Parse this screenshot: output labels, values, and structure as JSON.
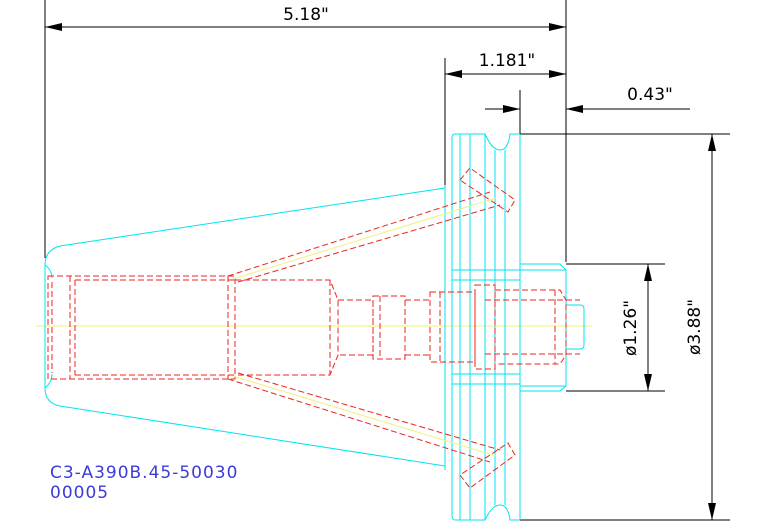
{
  "dimensions": {
    "overall_length": "5.18\"",
    "flange_length": "1.181\"",
    "flange_offset": "0.43\"",
    "bore_diameter": "ø1.26\"",
    "flange_diameter": "ø3.88\""
  },
  "part": {
    "number": "C3-A390B.45-50030",
    "code": "00005"
  },
  "colors": {
    "outline": "#00e5ef",
    "hidden": "#e8261f",
    "centerline": "#f2f07a",
    "dimension": "#000000",
    "part_text": "#3b3bd8"
  }
}
